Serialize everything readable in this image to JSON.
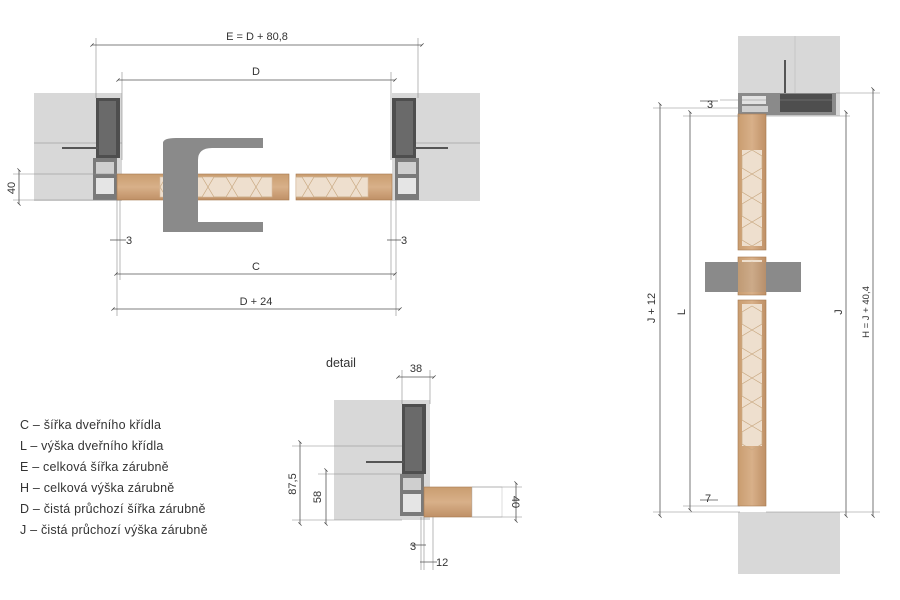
{
  "plan_view": {
    "dim_top": "E = D + 80,8",
    "dim_d": "D",
    "dim_c": "C",
    "dim_bottom": "D + 24",
    "dim_40": "40",
    "dim_3_left": "3",
    "dim_3_right": "3"
  },
  "elevation_view": {
    "dim_3": "3",
    "dim_j12": "J + 12",
    "dim_l": "L",
    "dim_j": "J",
    "dim_h": "H = J + 40,4",
    "dim_7": "7"
  },
  "detail": {
    "title": "detail",
    "dim_38": "38",
    "dim_87": "87,5",
    "dim_58": "58",
    "dim_40": "40",
    "dim_3": "3",
    "dim_12": "12"
  },
  "legend": [
    {
      "text": "C – šířka dveřního křídla"
    },
    {
      "text": "L – výška dveřního křídla"
    },
    {
      "text": "E – celková šířka zárubně"
    },
    {
      "text": "H – celková výška zárubně"
    },
    {
      "text": "D – čistá průchozí šířka zárubně"
    },
    {
      "text": "J – čistá průchozí výška zárubně"
    }
  ],
  "colors": {
    "wall": "#d7d7d7",
    "frame": "#5a5a5a",
    "wood": "#c89a6c",
    "honeycomb": "#ecdccb"
  }
}
